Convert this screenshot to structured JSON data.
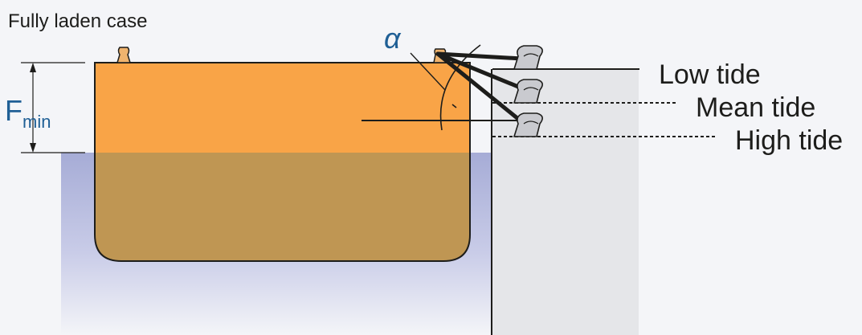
{
  "caption": "Fully laden case",
  "freeboard": {
    "symbol": "F",
    "subscript": "min"
  },
  "angle_label": "α",
  "tide_labels": {
    "low": "Low tide",
    "mean": "Mean tide",
    "high": "High tide"
  },
  "colors": {
    "background": "#f4f5f8",
    "hull": "#f9a447",
    "hull_submerged": "#bf9653",
    "water_top": "#a9aed8",
    "quay": "#e5e6e9",
    "line": "#1d1d1b",
    "accent": "#1f5f95"
  }
}
